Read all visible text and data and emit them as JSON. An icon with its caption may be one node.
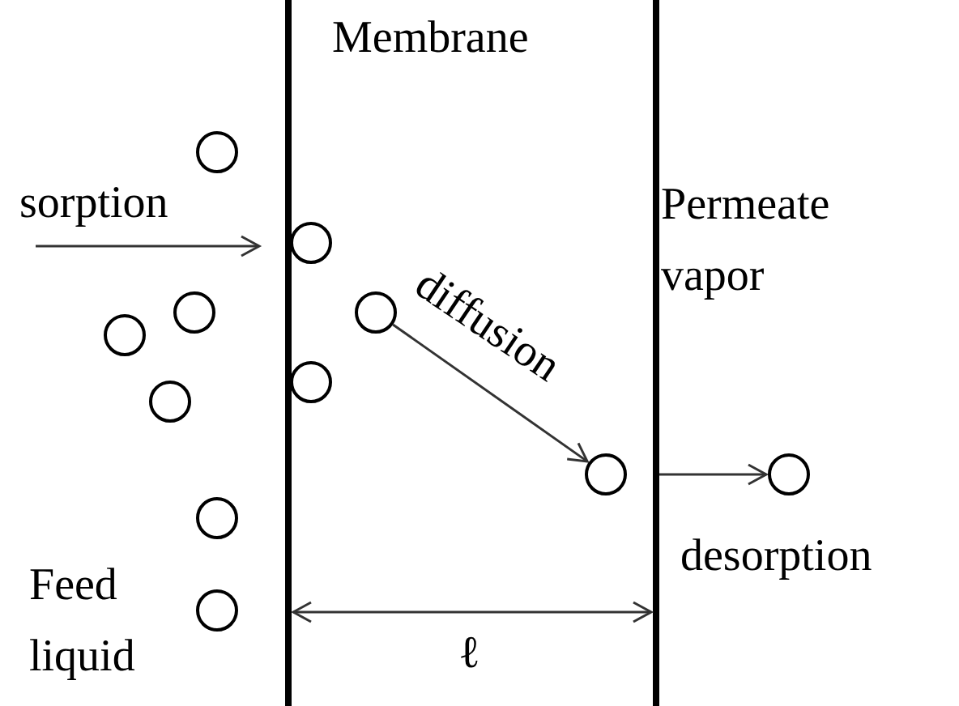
{
  "diagram": {
    "nodes": [
      {
        "text": [],
        "shape": "circle"
      },
      {
        "text": [],
        "shape": "circle"
      },
      {
        "text": [],
        "shape": "circle"
      },
      {
        "text": [],
        "shape": "circle"
      },
      {
        "text": [],
        "shape": "circle"
      },
      {
        "text": [],
        "shape": "circle"
      },
      {
        "text": [],
        "shape": "circle"
      },
      {
        "text": [],
        "shape": "circle"
      },
      {
        "text": [],
        "shape": "circle"
      },
      {
        "text": [],
        "shape": "circle"
      },
      {
        "text": [],
        "shape": "circle"
      }
    ],
    "edges": [
      {
        "from": null,
        "to": 1,
        "arrow": "to",
        "label": "sorption"
      },
      {
        "from": 3,
        "to": 7,
        "arrow": "to",
        "label": "diffusion"
      },
      {
        "from": null,
        "to": 8,
        "arrow": "to",
        "label": "desorption"
      }
    ],
    "labels": [
      "Membrane",
      "Permeate vapor",
      "Feed liquid",
      "ℓ"
    ]
  }
}
